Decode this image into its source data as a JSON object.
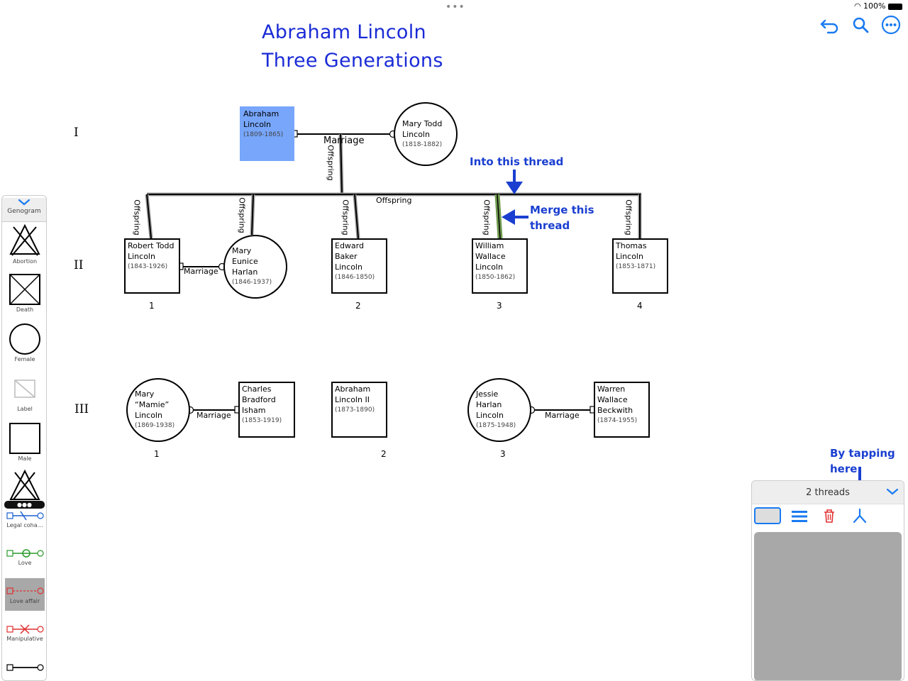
{
  "title": {
    "line1": "Abraham Lincoln",
    "line2": "Three Generations"
  },
  "status": {
    "battery": "100%"
  },
  "toolbar": {
    "undo_icon": "undo-icon",
    "search_icon": "search-icon",
    "more_icon": "more-icon"
  },
  "generations": {
    "g1": "I",
    "g2": "II",
    "g3": "III"
  },
  "people": {
    "abraham": {
      "name": "Abraham Lincoln",
      "dates": "(1809-1865)"
    },
    "mary_todd": {
      "name": "Mary Todd Lincoln",
      "dates": "(1818-1882)"
    },
    "robert": {
      "name": "Robert Todd Lincoln",
      "dates": "(1843-1926)"
    },
    "mary_eunice": {
      "name": "Mary Eunice Harlan",
      "dates": "(1846-1937)"
    },
    "edward": {
      "name": "Edward Baker Lincoln",
      "dates": "(1846-1850)"
    },
    "william": {
      "name": "William Wallace Lincoln",
      "dates": "(1850-1862)"
    },
    "thomas": {
      "name": "Thomas Lincoln",
      "dates": "(1853-1871)"
    },
    "mamie": {
      "name": "Mary “Mamie” Lincoln",
      "dates": "(1869-1938)"
    },
    "charles": {
      "name": "Charles Bradford Isham",
      "dates": "(1853-1919)"
    },
    "abraham2": {
      "name": "Abraham Lincoln II",
      "dates": "(1873-1890)"
    },
    "jessie": {
      "name": "Jessie Harlan Lincoln",
      "dates": "(1875-1948)"
    },
    "warren": {
      "name": "Warren Wallace Beckwith",
      "dates": "(1874-1955)"
    }
  },
  "edges": {
    "marriage": "Marriage",
    "offspring": "Offspring"
  },
  "numbers": {
    "g2": [
      "1",
      "2",
      "3",
      "4"
    ],
    "g3": [
      "1",
      "2",
      "3"
    ]
  },
  "annotations": {
    "into_thread": "Into this thread",
    "merge_line1": "Merge this",
    "merge_line2": "thread",
    "tap_line1": "By tapping",
    "tap_line2": "here"
  },
  "palette": {
    "title": "Genogram",
    "items": [
      "Abortion",
      "Death",
      "Female",
      "Label",
      "Male",
      "Legal coha…",
      "Love",
      "Love affair",
      "Manipulative"
    ]
  },
  "threads": {
    "count": "2 threads"
  },
  "colors": {
    "accent": "#1a7bf0",
    "annotation": "#1a3fd0",
    "highlight": "#77a6fb",
    "thread_selected": "#6f9a4e"
  }
}
